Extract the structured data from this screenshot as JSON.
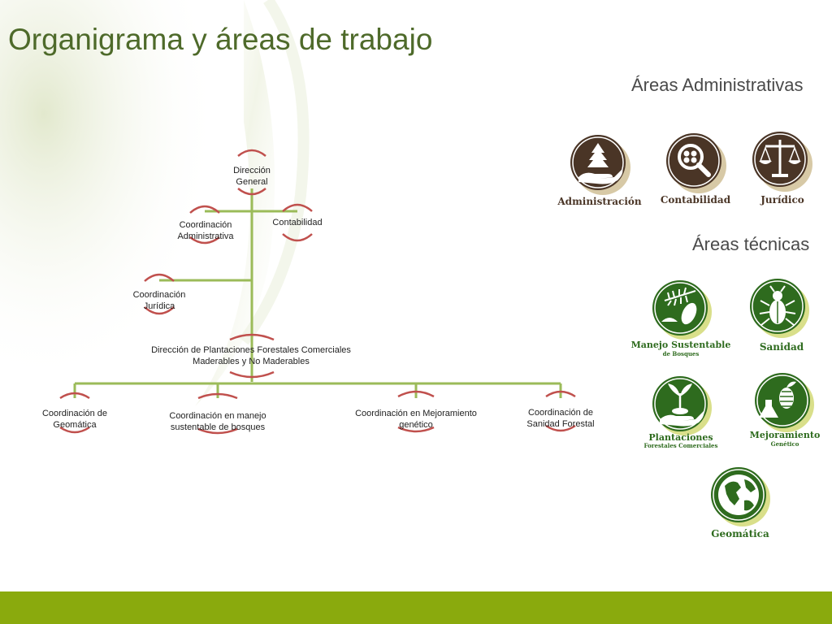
{
  "title": "Organigrama y áreas de trabajo",
  "sections": {
    "admin": "Áreas Administrativas",
    "tecnicas": "Áreas técnicas"
  },
  "org": {
    "direccion_general": "Dirección General",
    "coord_administrativa": "Coordinación Administrativa",
    "contabilidad": "Contabilidad",
    "coord_juridica": "Coordinación Jurídica",
    "direccion_plantaciones": "Dirección de Plantaciones Forestales Comerciales Maderables y No Maderables",
    "coord_geomatica": "Coordinación de Geomática",
    "coord_manejo": "Coordinación en manejo sustentable de bosques",
    "coord_mejoramiento": "Coordinación en Mejoramiento genético",
    "coord_sanidad": "Coordinación de Sanidad Forestal"
  },
  "admin_icons": [
    {
      "label": "Administración",
      "icon": "hand-tree-icon"
    },
    {
      "label": "Contabilidad",
      "icon": "magnifier-coins-icon"
    },
    {
      "label": "Jurídico",
      "icon": "scales-icon"
    }
  ],
  "tech_icons": [
    {
      "label": "Manejo Sustentable",
      "sub": "de Bosques",
      "icon": "pine-branch-icon"
    },
    {
      "label": "Sanidad",
      "sub": "",
      "icon": "beetle-icon"
    },
    {
      "label": "Plantaciones",
      "sub": "Forestales Comerciales",
      "icon": "sprout-hand-icon"
    },
    {
      "label": "Mejoramiento",
      "sub": "Genético",
      "icon": "flask-cone-icon"
    },
    {
      "label": "Geomática",
      "sub": "",
      "icon": "globe-icon"
    }
  ],
  "colors": {
    "title": "#4e6a2a",
    "connector": "#9bbb59",
    "arc": "#c0504d",
    "admin_icon": "#4a3526",
    "tech_icon": "#2e6b1e",
    "footer": "#8aaa0d"
  }
}
